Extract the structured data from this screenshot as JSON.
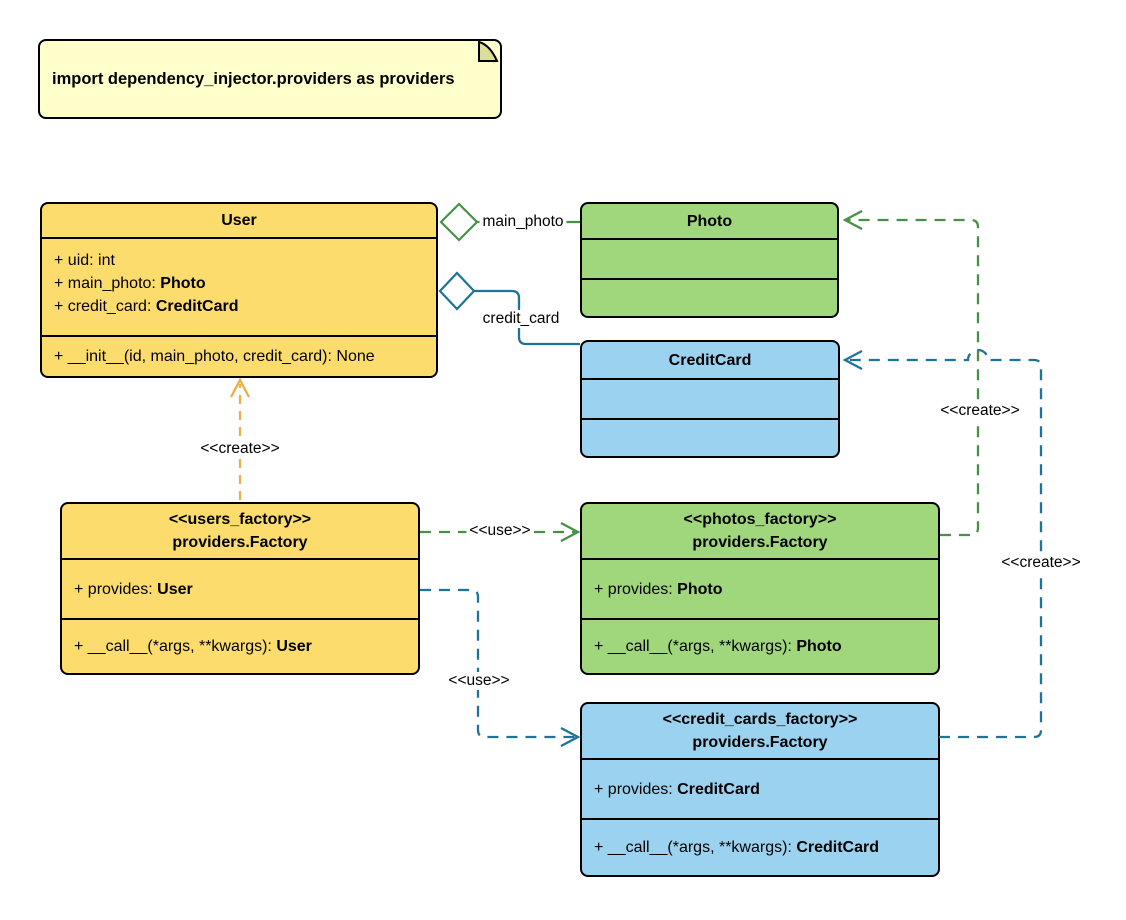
{
  "note": {
    "text": "import dependency_injector.providers as providers"
  },
  "classes": {
    "user": {
      "title": "User",
      "attributes": [
        {
          "text": "+ uid: int",
          "bold": ""
        },
        {
          "text": "+ main_photo: ",
          "bold": "Photo"
        },
        {
          "text": "+ credit_card: ",
          "bold": "CreditCard"
        }
      ],
      "methods": [
        {
          "text": "+ __init__(id, main_photo, credit_card): None",
          "bold": ""
        }
      ]
    },
    "photo": {
      "title": "Photo"
    },
    "credit_card": {
      "title": "CreditCard"
    },
    "users_factory": {
      "stereotype": "<<users_factory>>",
      "title": "providers.Factory",
      "attributes": [
        {
          "text": "+ provides: ",
          "bold": "User"
        }
      ],
      "methods": [
        {
          "text": "+ __call__(*args, **kwargs): ",
          "bold": "User"
        }
      ]
    },
    "photos_factory": {
      "stereotype": "<<photos_factory>>",
      "title": "providers.Factory",
      "attributes": [
        {
          "text": "+ provides: ",
          "bold": "Photo"
        }
      ],
      "methods": [
        {
          "text": "+ __call__(*args, **kwargs): ",
          "bold": "Photo"
        }
      ]
    },
    "credit_cards_factory": {
      "stereotype": "<<credit_cards_factory>>",
      "title": "providers.Factory",
      "attributes": [
        {
          "text": "+ provides: ",
          "bold": "CreditCard"
        }
      ],
      "methods": [
        {
          "text": "+ __call__(*args, **kwargs): ",
          "bold": "CreditCard"
        }
      ]
    }
  },
  "relationships": [
    {
      "from": "User",
      "to": "Photo",
      "type": "aggregation",
      "label": "main_photo"
    },
    {
      "from": "User",
      "to": "CreditCard",
      "type": "aggregation",
      "label": "credit_card"
    },
    {
      "from": "users_factory",
      "to": "User",
      "type": "dependency",
      "label": "<<create>>"
    },
    {
      "from": "users_factory",
      "to": "photos_factory",
      "type": "dependency",
      "label": "<<use>>"
    },
    {
      "from": "users_factory",
      "to": "credit_cards_factory",
      "type": "dependency",
      "label": "<<use>>"
    },
    {
      "from": "photos_factory",
      "to": "Photo",
      "type": "dependency",
      "label": "<<create>>"
    },
    {
      "from": "credit_cards_factory",
      "to": "CreditCard",
      "type": "dependency",
      "label": "<<create>>"
    }
  ],
  "colors": {
    "class_yellow_fill": "#FDDC6E",
    "class_green_fill": "#A0D77D",
    "class_blue_fill": "#9BD2F0",
    "note_fill": "#FFFFCC",
    "edge_green": "#479147",
    "edge_blue": "#1F7396",
    "edge_yellow": "#E8B145"
  }
}
